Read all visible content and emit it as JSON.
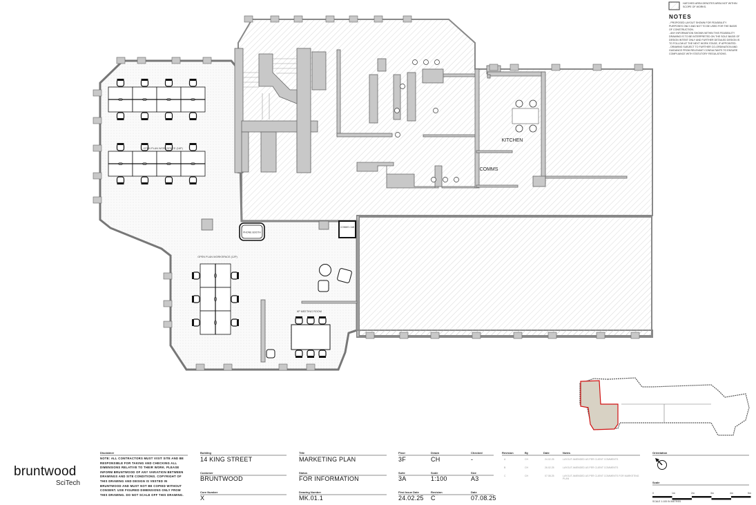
{
  "legend": {
    "hatch_note": "HATCHED AREA DENOTES AREA NOT WITHIN SCOPE OF WORKS."
  },
  "notes": {
    "title": "NOTES",
    "items": [
      "- PROPOSED LAYOUT SHOWN FOR FEASIBILITY PURPOSES ONLY AND NOT TO BE USED FOR THE BASIS OF CONSTRUCTION.",
      "- ANY INFORMATION SHOWN WITHIN THIS FEASIBILITY DRAWING IS TO BE INTERPRETED ON THE SOLE BASIS OF DESIGN INTENT ONLY AND FURTHER DETAILED DESIGN IS TO FOLLOW AT THE NEXT WORK STAGE, IF APPOINTED.",
      "- DRAWING SUBJECT TO FURTHER CO-ORDINATION AND GUIDANCE FROM RELEVANT CONSULTANTS TO ENSURE COMPLIANCE WITH STATUTORY REGULATIONS."
    ]
  },
  "rooms": {
    "workspace_top": "OPEN PLAN WORKSPACE (16P)",
    "workspace_bottom": "OPEN PLAN WORKSPACE (12P)",
    "phone_booth": "PHONE BOOTH",
    "comms_cab": "COMMS CAB",
    "meeting_room": "8P MEETING ROOM",
    "kitchen": "KITCHEN",
    "comms": "COMMS"
  },
  "colors": {
    "wall": "#c8c8c8",
    "scope_highlight": "#d8d2c4",
    "scope_outline": "#d01010"
  },
  "logo": {
    "brand": "bruntwood",
    "sub": "SciTech"
  },
  "title_block": {
    "disclaimer_label": "Disclaimer",
    "disclaimer": "NOTE: ALL CONTRACTORS MUST VISIT SITE AND BE RESPONSIBLE FOR TAKING AND CHECKING ALL DIMENSIONS RELATIVE TO THEIR WORK. PLEASE INFORM BRUNTWOOD OF ANY VARIATION BETWEEN DRAWINGS AND SITE CONDITIONS. COPYRIGHT OF THIS DRAWING AND DESIGN IS VESTED IN BRUNTWOOD AND MUST NOT BE COPIED WITHOUT CONSENT. USE FIGURED DIMENSIONS ONLY FROM THIS DRAWING. DO NOT SCALE OFF THIS DRAWING.",
    "building_label": "Building",
    "building": "14 KING STREET",
    "customer_label": "Customer",
    "customer": "BRUNTWOOD",
    "core_label": "Core Number",
    "core": "X",
    "title_label": "Title",
    "title": "MARKETING PLAN",
    "status_label": "Status",
    "status": "FOR INFORMATION",
    "drawing_no_label": "Drawing Number",
    "drawing_no": "MK.01.1",
    "floor_label": "Floor",
    "floor": "3F",
    "suite_label": "Suite",
    "suite": "3A",
    "first_issue_label": "First Issue Date",
    "first_issue": "24.02.25",
    "drawn_label": "Drawn",
    "drawn": "CH",
    "checked_label": "Checked",
    "checked": "-",
    "scale_label": "Scale",
    "scale": "1:100",
    "size_label": "Size",
    "size": "A3",
    "revision_label": "Revision",
    "revision": "C",
    "date_label": "Date",
    "date": "07.08.25"
  },
  "revisions": {
    "headers": [
      "Revision",
      "By",
      "Date",
      "Notes"
    ],
    "rows": [
      {
        "rev": "A",
        "by": "CH",
        "date": "24.02.25",
        "notes": "LAYOUT AMENDED AS PER CLIENT COMMENTS"
      },
      {
        "rev": "B",
        "by": "CH",
        "date": "26.02.25",
        "notes": "LAYOUT AMENDED AS PER CLIENT COMMENTS"
      },
      {
        "rev": "C",
        "by": "CH",
        "date": "07.08.25",
        "notes": "LAYOUT AMENDED AS PER CLIENT COMMENTS FOR MARKETING PLAN"
      }
    ]
  },
  "orientation": {
    "label": "Orientation",
    "icon": "north-arrow-icon"
  },
  "scale_bar": {
    "label": "Scale",
    "ticks": [
      "0",
      "1m",
      "2m",
      "3m",
      "4m",
      "5m"
    ],
    "caption": "SCALE 1:100 IN METRES"
  }
}
